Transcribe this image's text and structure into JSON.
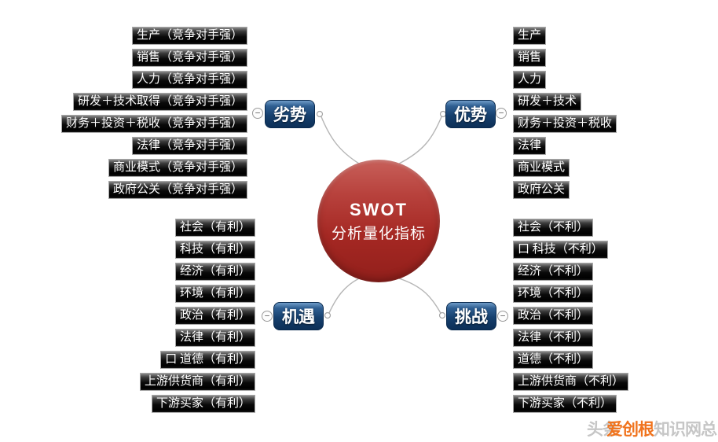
{
  "center": {
    "title": "SWOT",
    "subtitle": "分析量化指标"
  },
  "branches": {
    "weakness": {
      "label": "劣势",
      "items": [
        "生产（竞争对手强）",
        "销售（竞争对手强）",
        "人力（竞争对手强）",
        "研发＋技术取得（竞争对手强）",
        "财务＋投资＋税收（竞争对手强）",
        "法律（竞争对手强）",
        "商业模式（竞争对手强）",
        "政府公关（竞争对手强）"
      ]
    },
    "strength": {
      "label": "优势",
      "items": [
        "生产",
        "销售",
        "人力",
        "研发＋技术",
        "财务＋投资＋税收",
        "法律",
        "商业模式",
        "政府公关"
      ]
    },
    "opportunity": {
      "label": "机遇",
      "items": [
        "社会（有利）",
        "科技（有利）",
        "经济（有利）",
        "环境（有利）",
        "政治（有利）",
        "法律（有利）",
        "口 道德（有利）",
        "上游供货商（有利）",
        "下游买家（有利）"
      ]
    },
    "challenge": {
      "label": "挑战",
      "items": [
        "社会（不利）",
        "口 科技（不利）",
        "经济（不利）",
        "环境（不利）",
        "政治（不利）",
        "法律（不利）",
        "道德（不利）",
        "上游供货商（不利）",
        "下游买家（不利）"
      ]
    }
  },
  "icons": {
    "collapse_glyph": "−"
  },
  "watermark": {
    "part1": "头条",
    "brand": "爱创根",
    "part2": "知识网总"
  },
  "colors": {
    "center_red": "#a52823",
    "node_blue": "#16406e",
    "leaf_black": "#000000",
    "link_gray": "#b5b5b5",
    "watermark_orange": "#f0731d",
    "watermark_gray": "#c6c6c6"
  }
}
